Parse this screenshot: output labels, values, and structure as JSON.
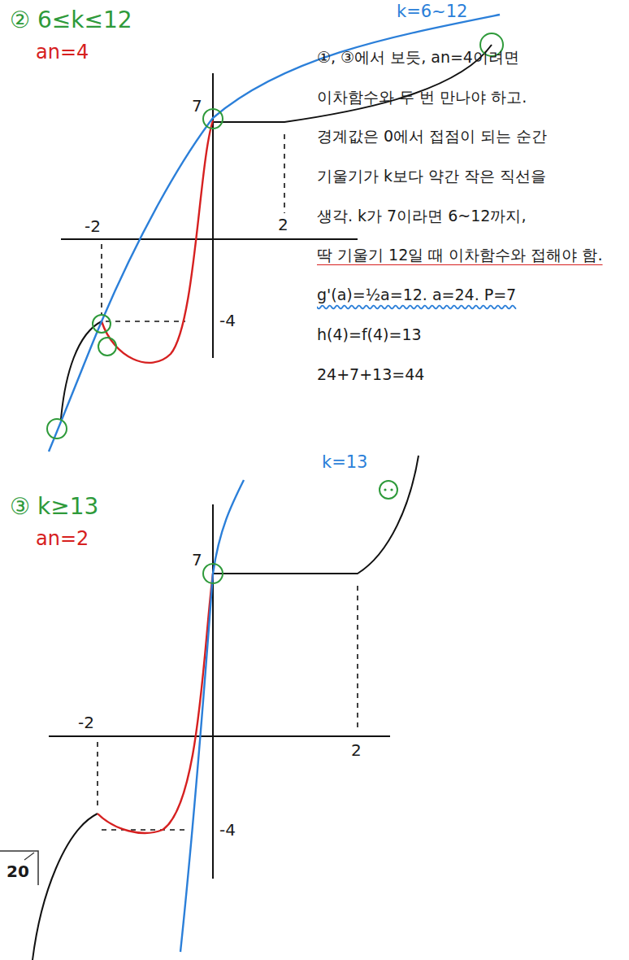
{
  "diagram": {
    "nodes": [
      {
        "text": [
          "20"
        ]
      }
    ],
    "labels": [
      "② 6≤k≤12",
      "an=4",
      "k=6~12",
      "7",
      "-2",
      "2",
      "-4",
      "①, ③에서 보듯, an=4이려면",
      "이차함수와 두 번 만나야 하고.",
      "경계값은 0에서 접점이 되는 순간",
      "기울기가 k보다 약간 작은 직선을",
      "생각. k가 7이라면 6~12까지,",
      "딱 기울기 12일 때 이차함수와 접해야 함.",
      "g'(a)=½a=12. a=24. P=7",
      "h(4)=f(4)=13",
      "24+7+13=44",
      "③ k≥13",
      "an=2",
      "k=13",
      "7",
      "-2",
      "2",
      "-4"
    ]
  }
}
